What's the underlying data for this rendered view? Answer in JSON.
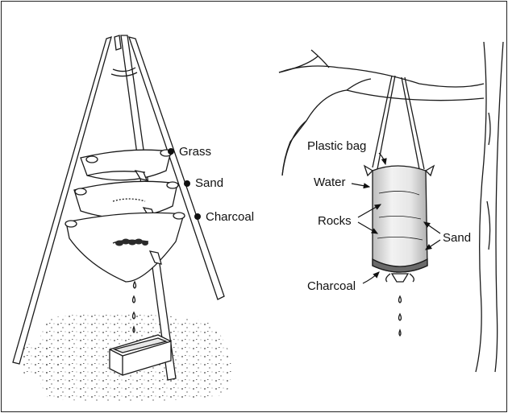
{
  "tripod_filter": {
    "labels": {
      "grass": "Grass",
      "sand": "Sand",
      "charcoal": "Charcoal"
    }
  },
  "bag_filter": {
    "labels": {
      "plastic_bag": "Plastic bag",
      "water": "Water",
      "rocks": "Rocks",
      "sand": "Sand",
      "charcoal": "Charcoal"
    }
  },
  "colors": {
    "line": "#1a1a1a",
    "fill": "#ffffff",
    "charcoal": "#333333",
    "bag_shade": "#d6d6d6"
  }
}
